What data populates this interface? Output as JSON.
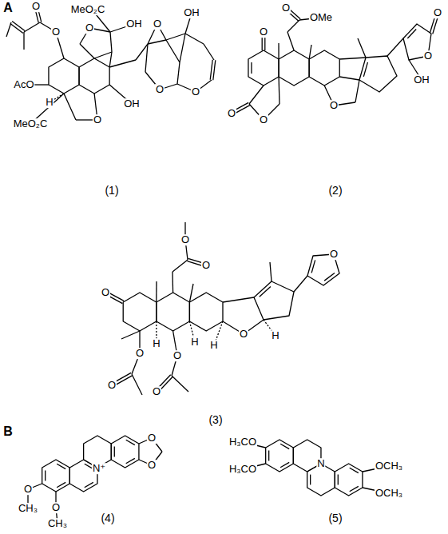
{
  "diagram": {
    "labels": [
      "A",
      "O",
      "O",
      "MeO₂C",
      "O",
      "OH",
      "O",
      "OH",
      "O",
      "O",
      "AcO",
      "H",
      "MeO₂C",
      "O",
      "OH",
      "(1)",
      "O",
      "O",
      "OMe",
      "O",
      "O",
      "O",
      "O",
      "O",
      "OH",
      "(2)",
      "O",
      "O",
      "O",
      "O",
      "O",
      "H",
      "H",
      "H",
      "H",
      "O",
      "O",
      "O",
      "O",
      "(3)",
      "B",
      "O",
      "O",
      "N⁺",
      "O",
      "O",
      "CH₃",
      "CH₃",
      "(4)",
      "H₃CO",
      "H₃CO",
      "N",
      "OCH₃",
      "OCH₃",
      "(5)"
    ]
  }
}
